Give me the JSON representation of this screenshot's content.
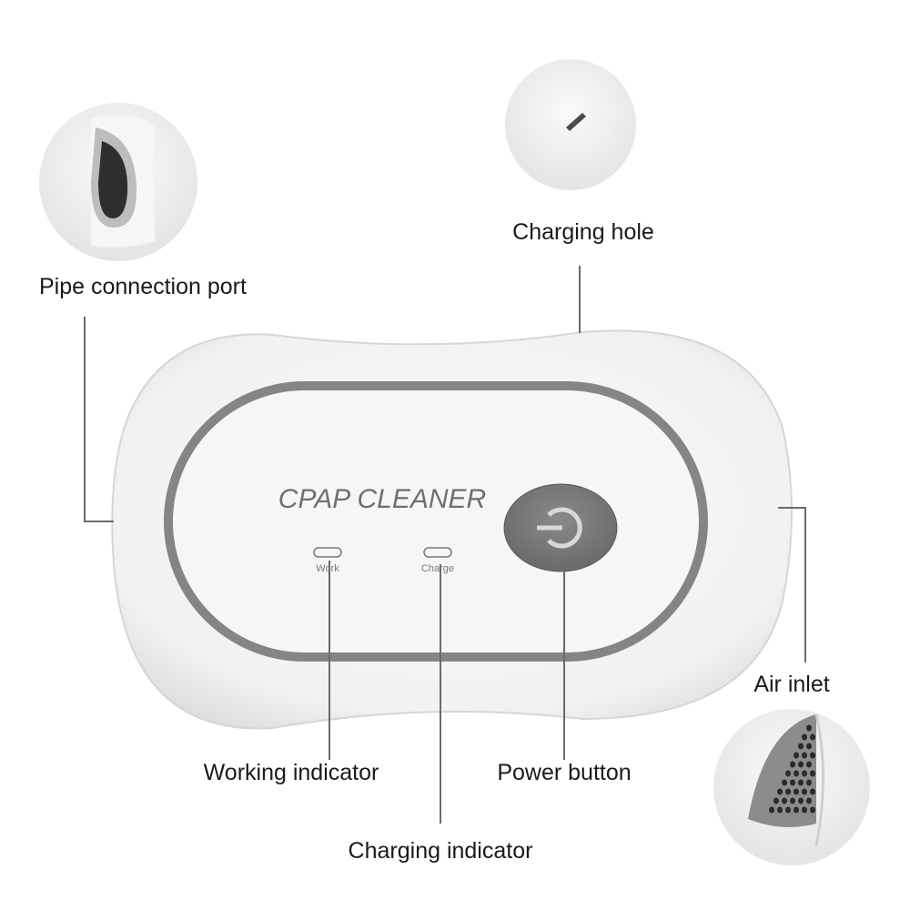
{
  "device": {
    "brand_text": "CPAP CLEANER",
    "indicators": [
      {
        "label": "Work"
      },
      {
        "label": "Charge"
      }
    ],
    "power_icon": "power-icon"
  },
  "callouts": {
    "pipe_port": "Pipe connection port",
    "charging_hole": "Charging hole",
    "air_inlet": "Air inlet",
    "working_indicator": "Working indicator",
    "power_button": "Power button",
    "charging_indicator": "Charging indicator"
  },
  "colors": {
    "body": "#f4f4f4",
    "trim": "#858585",
    "button": "#7a7a7a",
    "line": "#6a6a6a"
  }
}
